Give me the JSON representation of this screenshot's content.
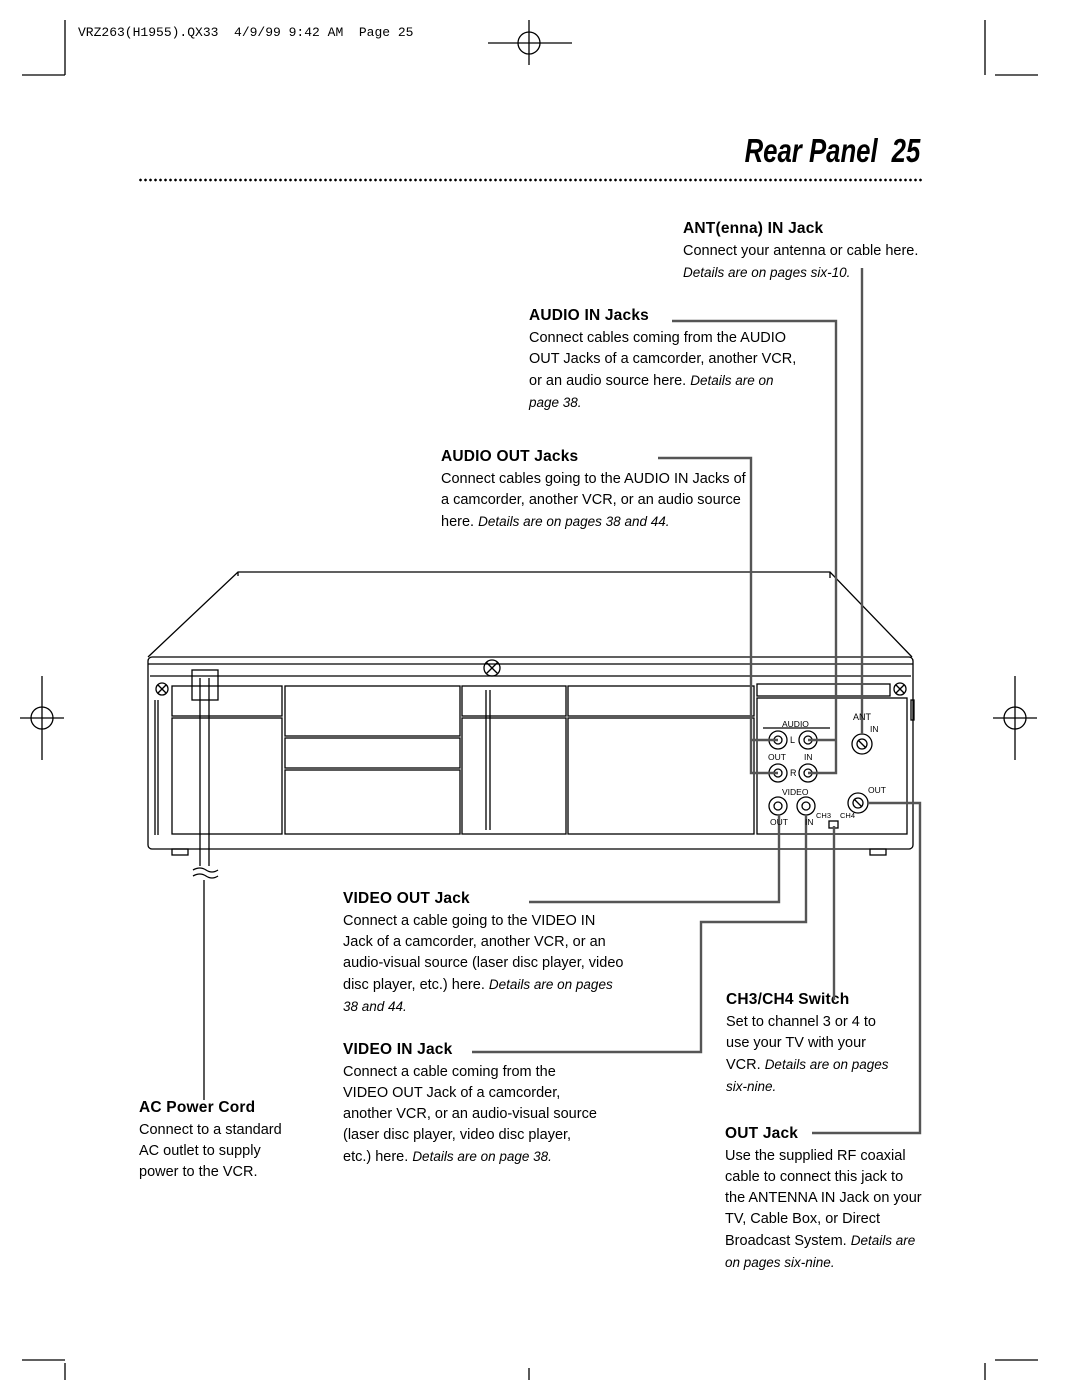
{
  "slug": "VRZ263(H1955).QX33  4/9/99 9:42 AM  Page 25",
  "page": {
    "title": "Rear Panel",
    "number": "25"
  },
  "callouts": {
    "ant_in": {
      "heading": "ANT(enna) IN Jack",
      "body": "Connect your antenna or cable here.",
      "ref": "Details are on pages six-10."
    },
    "audio_in": {
      "heading": "AUDIO IN Jacks",
      "body": "Connect cables coming from the AUDIO OUT Jacks of a camcorder, another VCR, or an audio source here.",
      "ref": "Details are on page 38."
    },
    "audio_out": {
      "heading": "AUDIO OUT Jacks",
      "body": "Connect cables going to the AUDIO IN Jacks of a camcorder, another VCR, or an audio source here.",
      "ref": "Details are on pages 38 and 44."
    },
    "video_out": {
      "heading": "VIDEO OUT Jack",
      "body": "Connect a cable going to the VIDEO IN Jack of a camcorder, another VCR, or an audio-visual source (laser disc player, video disc player, etc.) here.",
      "ref": "Details are on pages 38 and 44."
    },
    "video_in": {
      "heading": "VIDEO IN Jack",
      "body": "Connect a cable coming from the VIDEO OUT Jack of a camcorder, another VCR, or an audio-visual source (laser disc player, video disc player, etc.) here.",
      "ref": "Details are on page 38."
    },
    "ac_power": {
      "heading": "AC Power Cord",
      "body": "Connect to a standard AC outlet to supply power to the VCR."
    },
    "ch_switch": {
      "heading": "CH3/CH4 Switch",
      "body": "Set to channel 3 or 4 to use your TV with your VCR.",
      "ref": "Details are on pages six-nine."
    },
    "out_jack": {
      "heading": "OUT Jack",
      "body": "Use the supplied RF coaxial cable to connect this jack to the ANTENNA IN Jack on your TV, Cable Box, or Direct Broadcast System.",
      "ref": "Details are on pages six-nine."
    }
  },
  "panel_labels": {
    "audio": "AUDIO",
    "l": "L",
    "r": "R",
    "out": "OUT",
    "in": "IN",
    "video": "VIDEO",
    "ant": "ANT",
    "ch3": "CH3",
    "ch4": "CH4"
  }
}
